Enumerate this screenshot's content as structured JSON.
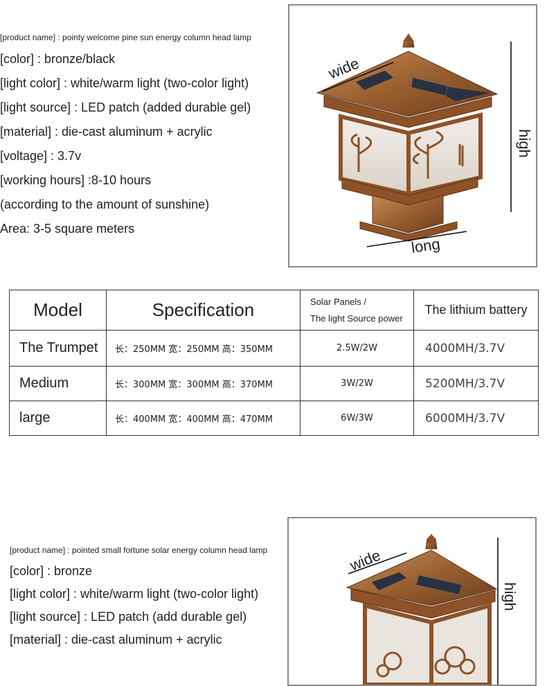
{
  "product1": {
    "name_line": "[product name] : pointy welcome pine sun energy column head lamp",
    "lines": [
      "[color] : bronze/black",
      "[light color] : white/warm light (two-color light)",
      "[light source] : LED patch (added durable gel)",
      "[material] : die-cast aluminum + acrylic",
      "[voltage] : 3.7v",
      "[working hours] :8-10 hours",
      "(according to the amount of sunshine)",
      "Area: 3-5 square meters"
    ],
    "dimension_labels": {
      "wide": "wide",
      "high": "high",
      "long": "long"
    }
  },
  "table": {
    "headers": {
      "model": "Model",
      "spec": "Specification",
      "solar_line1": "Solar Panels /",
      "solar_line2": "The light Source power",
      "battery": "The lithium battery"
    },
    "rows": [
      {
        "model": "The Trumpet",
        "size": "长：250MM 宽：250MM 高：350MM",
        "power": "2.5W/2W",
        "battery": "4000MH/3.7V"
      },
      {
        "model": "Medium",
        "size": "长：300MM 宽：300MM  高：370MM",
        "power": "3W/2W",
        "battery": "5200MH/3.7V"
      },
      {
        "model": "large",
        "size": "长：400MM 宽：400MM 高：470MM",
        "power": "6W/3W",
        "battery": "6000MH/3.7V"
      }
    ]
  },
  "product2": {
    "name_line": "[product name] : pointed small fortune solar energy column head lamp",
    "lines": [
      "[color] : bronze",
      "[light color] : white/warm light (two-color light)",
      "[light source] : LED patch (add durable gel)",
      "[material] : die-cast aluminum + acrylic"
    ],
    "dimension_labels": {
      "wide": "wide",
      "high": "high"
    }
  },
  "colors": {
    "bronze": "#a66a3a",
    "bronze_dark": "#6b3e1e",
    "glass": "#e9e4dd",
    "solar": "#2a3140"
  }
}
